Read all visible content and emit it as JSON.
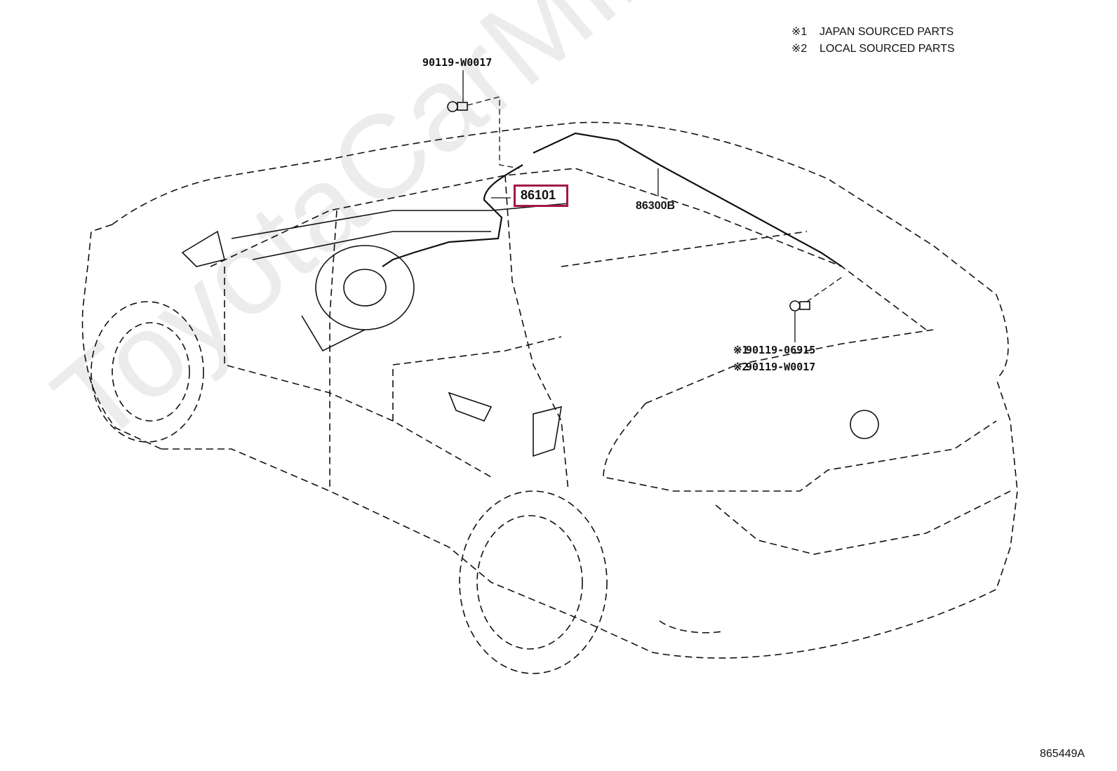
{
  "watermark": "ToyotaCarMine.ru",
  "legend": {
    "line1": {
      "mark": "※1",
      "text": "JAPAN SOURCED PARTS"
    },
    "line2": {
      "mark": "※2",
      "text": "LOCAL SOURCED PARTS"
    }
  },
  "parts": {
    "bolt_top": "90119-W0017",
    "antenna_amplifier": "86101",
    "antenna_cord": "86300B",
    "bolt_rear_jp": {
      "mark": "※1",
      "number": "90119-06915"
    },
    "bolt_rear_local": {
      "mark": "※2",
      "number": "90119-W0017"
    }
  },
  "diagram_code": "865449A",
  "colors": {
    "highlight": "#a3174a",
    "line": "#111111",
    "watermark": "#ececec"
  }
}
